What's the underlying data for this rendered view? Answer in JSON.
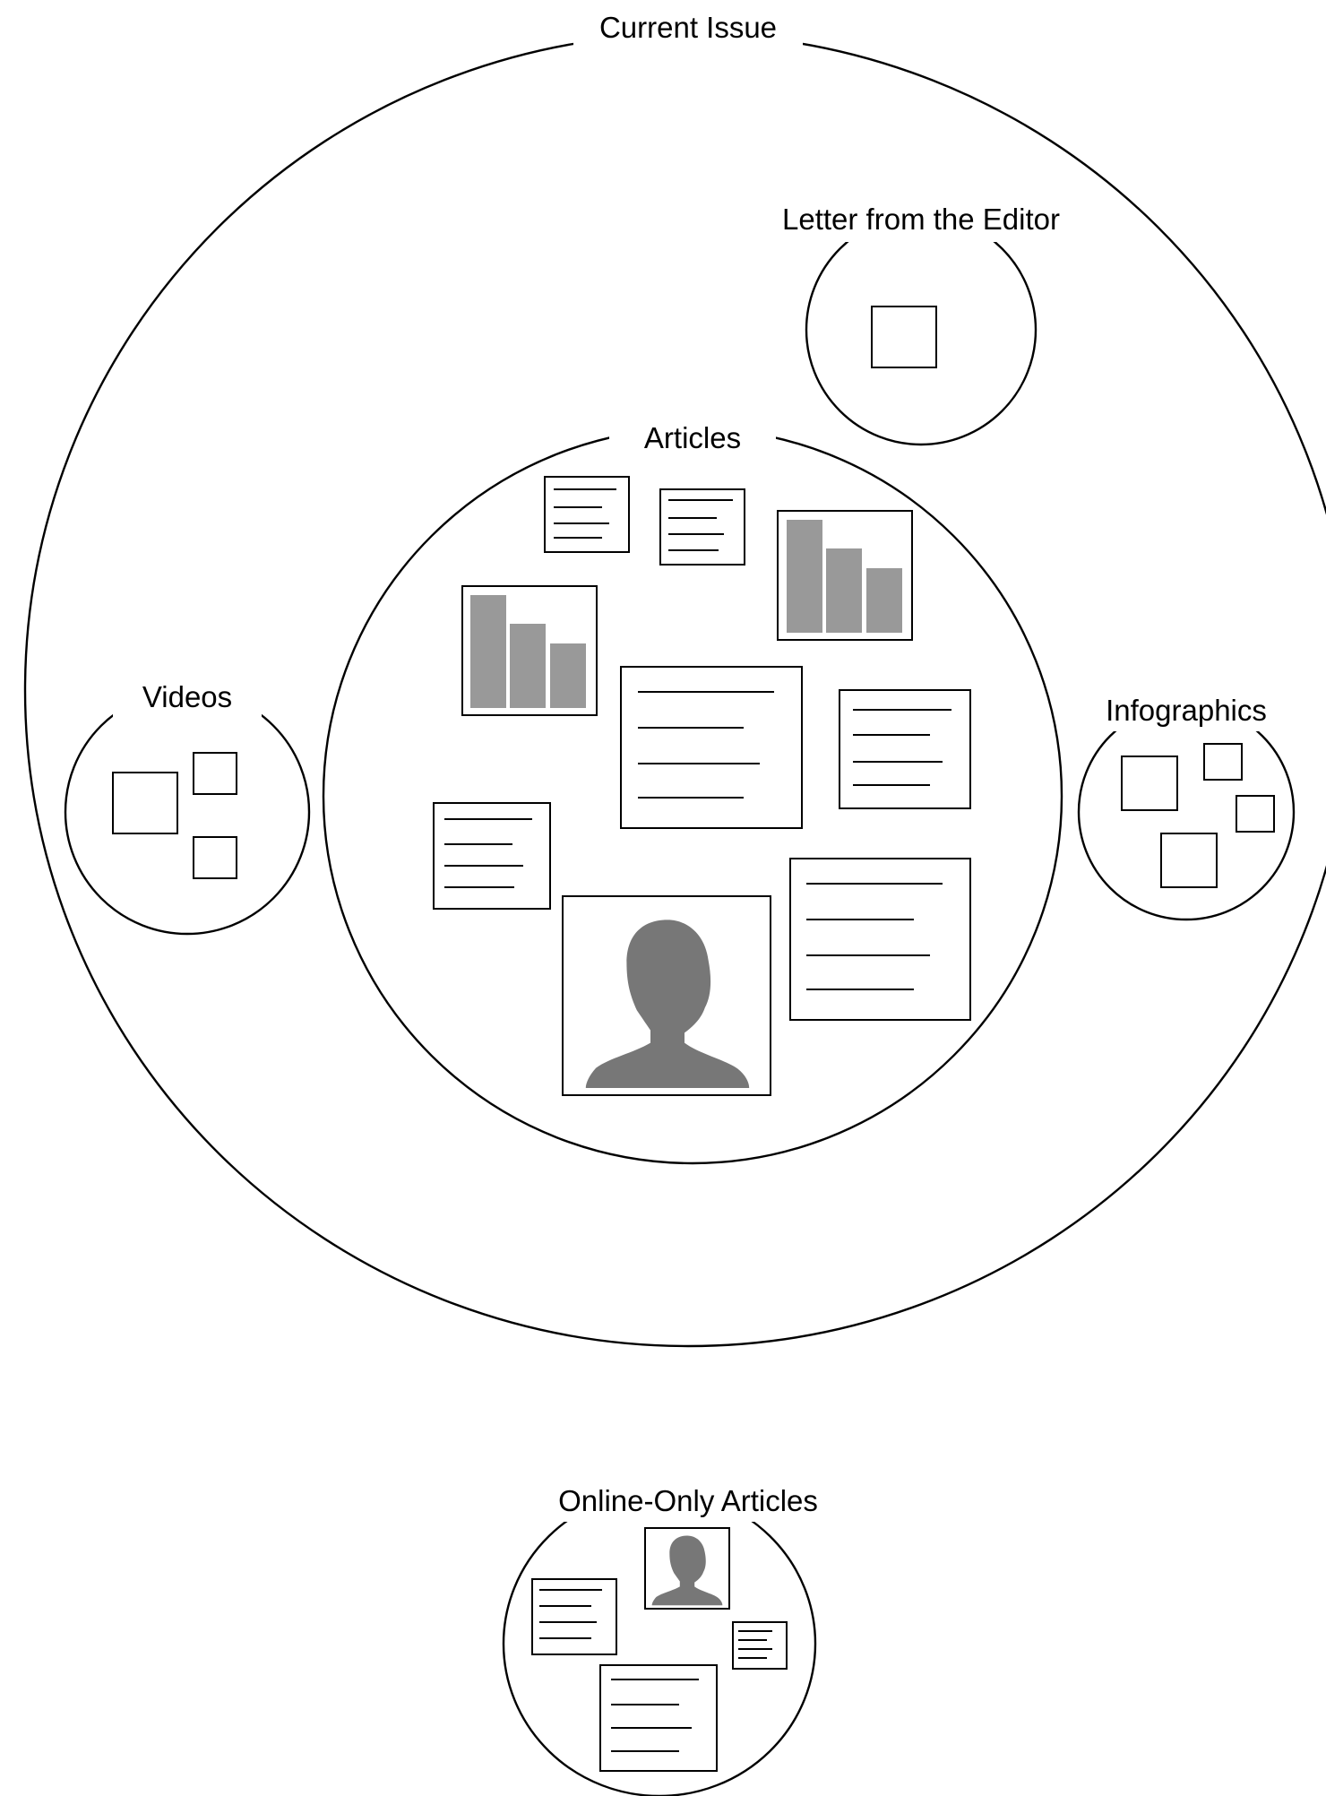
{
  "diagram": {
    "labels": {
      "current_issue": "Current Issue",
      "letter_from_editor": "Letter from the Editor",
      "articles": "Articles",
      "videos": "Videos",
      "infographics": "Infographics",
      "online_only_articles": "Online-Only Articles"
    },
    "colors": {
      "stroke": "#000000",
      "bar_fill": "#999999",
      "silhouette_fill": "#777777",
      "background": "#ffffff"
    },
    "icons": [
      "text-document-icon",
      "bar-chart-icon",
      "person-portrait-icon",
      "media-box-icon"
    ]
  }
}
